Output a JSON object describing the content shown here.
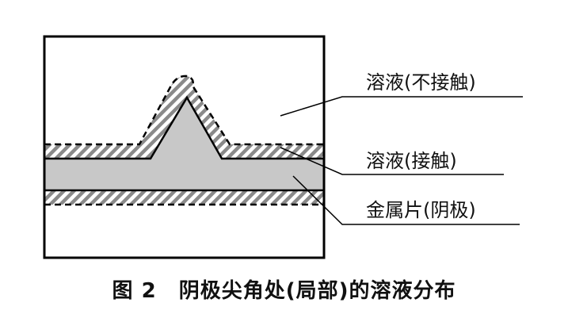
{
  "labels": {
    "solution_no_contact": "溶液(不接触)",
    "solution_contact": "溶液(接触)",
    "metal_sheet": "金属片(阴极)"
  },
  "caption": {
    "number": "图 2",
    "title": "阴极尖角处(局部)的溶液分布"
  },
  "colors": {
    "metal_fill": "#c8c8c8",
    "hatch": "#888888",
    "outline": "#000000",
    "background": "#ffffff"
  }
}
